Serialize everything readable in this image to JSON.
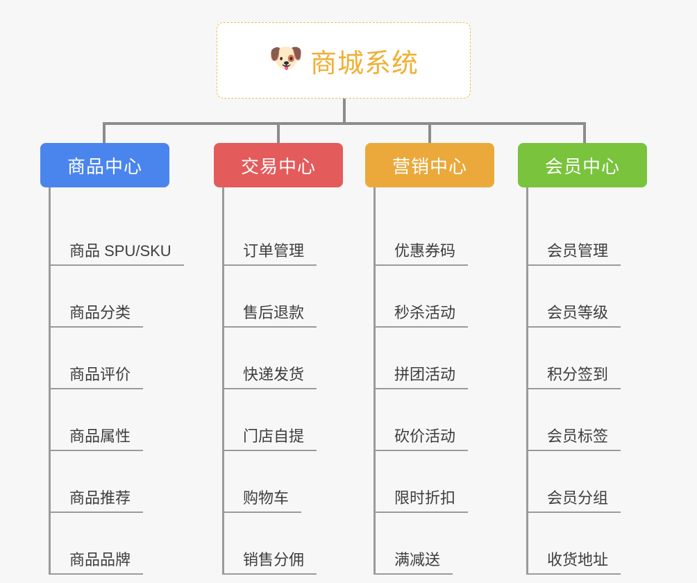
{
  "page": {
    "background_color": "#f7f7f7",
    "type": "mind-map"
  },
  "root": {
    "icon": "dog-face-emoji",
    "icon_glyph": "🐶",
    "title": "商城系统",
    "text_color": "#efb034",
    "border_color": "#f0b95c",
    "background_color": "#ffffff"
  },
  "connector_color": "#8c8c8c",
  "columns": [
    {
      "id": "product-center",
      "title": "商品中心",
      "color": "#4a85ee",
      "items": [
        "商品 SPU/SKU",
        "商品分类",
        "商品评价",
        "商品属性",
        "商品推荐",
        "商品品牌"
      ]
    },
    {
      "id": "trade-center",
      "title": "交易中心",
      "color": "#e35b5b",
      "items": [
        "订单管理",
        "售后退款",
        "快递发货",
        "门店自提",
        "购物车",
        "销售分佣"
      ]
    },
    {
      "id": "marketing-center",
      "title": "营销中心",
      "color": "#eaa93a",
      "items": [
        "优惠券码",
        "秒杀活动",
        "拼团活动",
        "砍价活动",
        "限时折扣",
        "满减送"
      ]
    },
    {
      "id": "member-center",
      "title": "会员中心",
      "color": "#79c33d",
      "items": [
        "会员管理",
        "会员等级",
        "积分签到",
        "会员标签",
        "会员分组",
        "收货地址"
      ]
    }
  ]
}
